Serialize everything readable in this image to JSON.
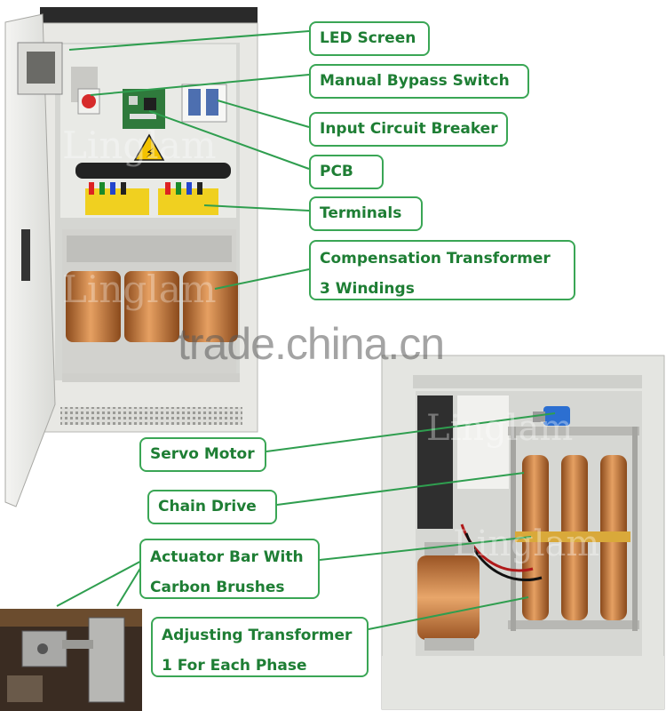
{
  "labels": {
    "led_screen": "LED Screen",
    "manual_bypass_switch": "Manual Bypass Switch",
    "input_circuit_breaker": "Input Circuit Breaker",
    "pcb": "PCB",
    "terminals": "Terminals",
    "compensation_transformer_line1": "Compensation Transformer",
    "compensation_transformer_line2": "3 Windings",
    "servo_motor": "Servo Motor",
    "chain_drive": "Chain Drive",
    "actuator_bar_line1": "Actuator Bar With",
    "actuator_bar_line2": "Carbon Brushes",
    "adjusting_transformer_line1": "Adjusting Transformer",
    "adjusting_transformer_line2": "1 For Each Phase"
  },
  "watermark": "trade.china.cn",
  "brand_watermark": "Linglam",
  "colors": {
    "callout_border": "#3aa655",
    "callout_text": "#1e7e34",
    "leader_line": "#2f9e4f",
    "cabinet": "#e6e7e3",
    "copper": "#c8763a"
  }
}
